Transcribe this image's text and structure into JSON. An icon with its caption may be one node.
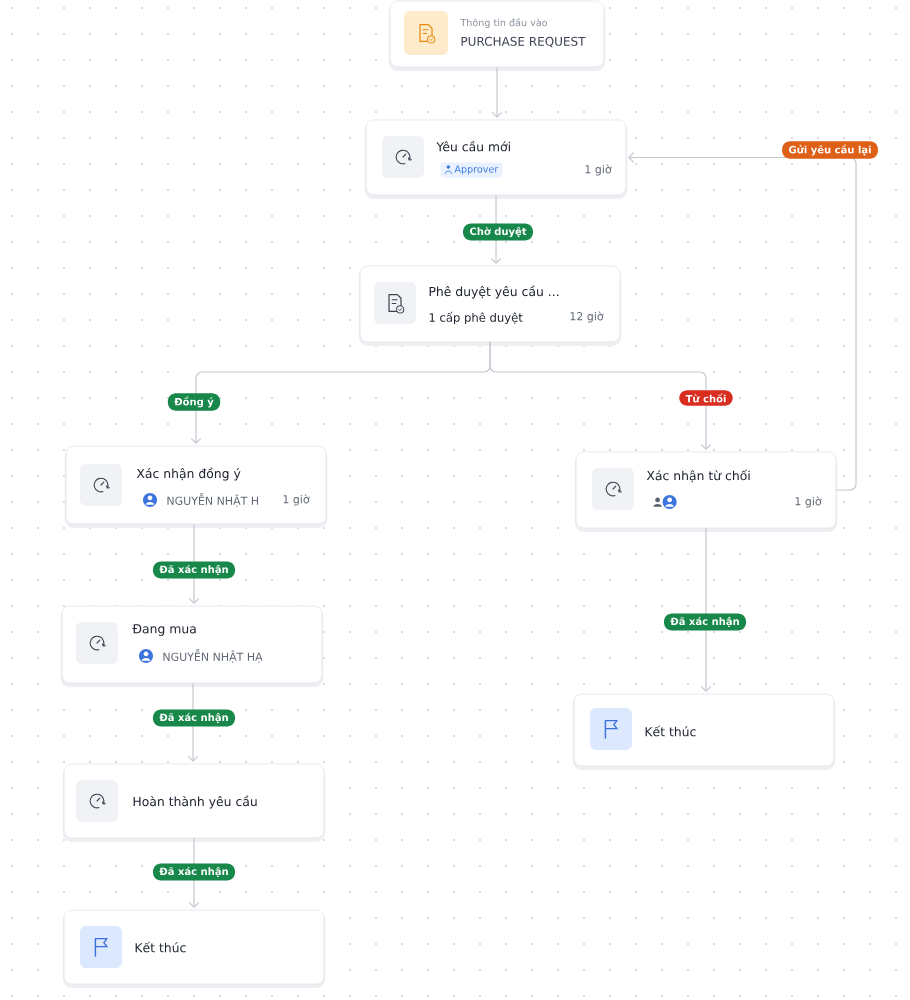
{
  "diagram": {
    "nodes": [
      {
        "text": [
          "Thông tin đầu vào",
          "PURCHASE REQUEST"
        ]
      },
      {
        "text": [
          "Yêu cầu mới",
          "Approver",
          "1 giờ"
        ]
      },
      {
        "text": [
          "Phê duyệt yêu cầu ...",
          "1 cấp phê duyệt",
          "12 giờ"
        ]
      },
      {
        "text": [
          "Xác nhận đồng ý",
          "NGUYỄN NHẬT H",
          "1 giờ"
        ]
      },
      {
        "text": [
          "Xác nhận từ chối",
          "1 giờ"
        ]
      },
      {
        "text": [
          "Đang mua",
          "NGUYỄN NHẬT HẠ"
        ]
      },
      {
        "text": [
          "Kết thúc"
        ]
      },
      {
        "text": [
          "Hoàn thành yêu cầu"
        ]
      },
      {
        "text": [
          "Kết thúc"
        ]
      }
    ],
    "edges": [
      {
        "from": 0,
        "to": 1,
        "arrow": "to"
      },
      {
        "from": 1,
        "to": 2,
        "arrow": "to",
        "label": "Chờ duyệt"
      },
      {
        "from": 2,
        "to": 3,
        "arrow": "to",
        "label": "Đồng ý"
      },
      {
        "from": 2,
        "to": 4,
        "arrow": "to",
        "label": "Từ chối"
      },
      {
        "from": 4,
        "to": 1,
        "arrow": "to",
        "label": "Gửi yêu cầu lại"
      },
      {
        "from": 3,
        "to": 5,
        "arrow": "to",
        "label": "Đã xác nhận"
      },
      {
        "from": 5,
        "to": 7,
        "arrow": "to",
        "label": "Đã xác nhận"
      },
      {
        "from": 7,
        "to": 8,
        "arrow": "to",
        "label": "Đã xác nhận"
      },
      {
        "from": 4,
        "to": 6,
        "arrow": "to",
        "label": "Đã xác nhận"
      }
    ]
  }
}
